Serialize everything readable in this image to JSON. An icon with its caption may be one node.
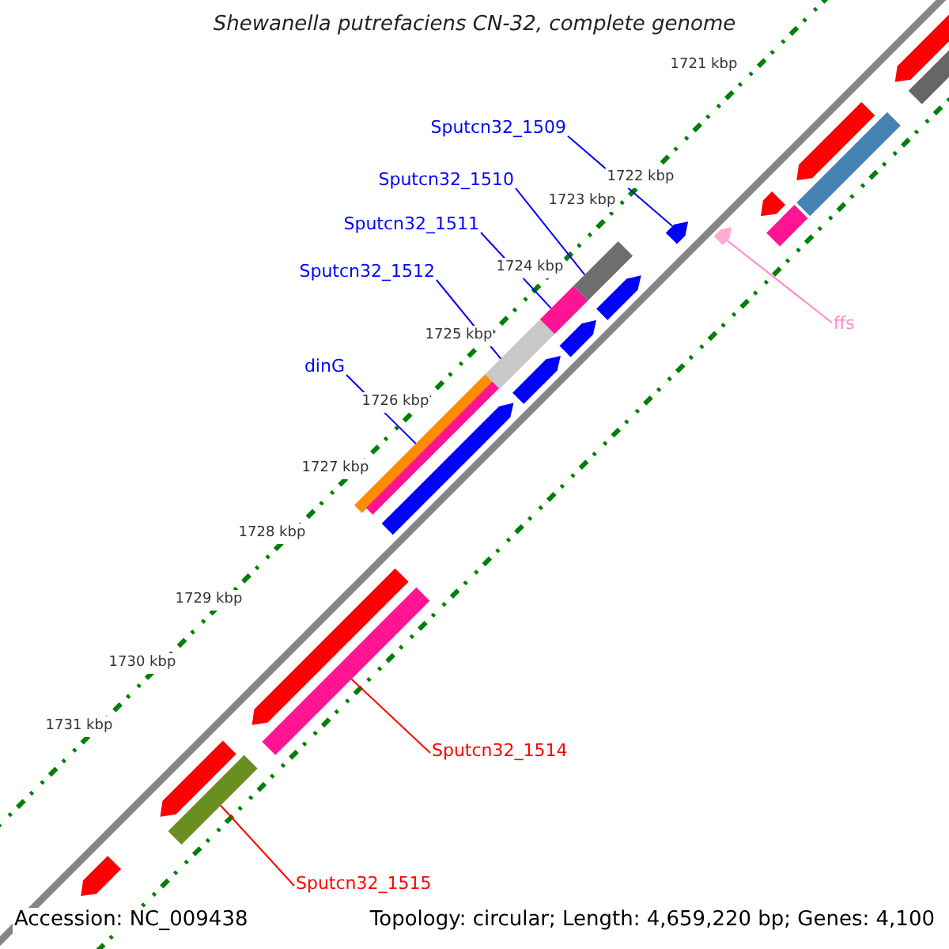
{
  "diagram": {
    "title": "Shewanella putrefaciens CN-32, complete genome",
    "nodes": [
      {
        "text": [
          "Sputcn32_1509"
        ]
      },
      {
        "text": [
          "Sputcn32_1510"
        ]
      },
      {
        "text": [
          "Sputcn32_1511"
        ]
      },
      {
        "text": [
          "Sputcn32_1512"
        ]
      },
      {
        "text": [
          "ffs"
        ]
      },
      {
        "text": [
          "dinG"
        ]
      },
      {
        "text": [
          "Sputcn32_1514"
        ]
      },
      {
        "text": [
          "Sputcn32_1515"
        ]
      },
      {
        "text": [],
        "shape": "bar"
      },
      {
        "text": [],
        "shape": "bar"
      },
      {
        "text": [],
        "shape": "bar"
      },
      {
        "text": [],
        "shape": "bar"
      },
      {
        "text": [],
        "shape": "bar"
      },
      {
        "text": [],
        "shape": "bar"
      },
      {
        "text": [],
        "shape": "bar"
      },
      {
        "text": [],
        "shape": "bar"
      },
      {
        "text": [],
        "shape": "bar"
      },
      {
        "text": [],
        "shape": "bar"
      },
      {
        "text": [],
        "shape": "bar"
      },
      {
        "text": [],
        "shape": "bar"
      },
      {
        "text": [],
        "shape": "bar"
      },
      {
        "text": [],
        "shape": "bar"
      },
      {
        "text": [],
        "shape": "bar"
      },
      {
        "text": [],
        "shape": "bar"
      },
      {
        "text": [],
        "shape": "bar"
      },
      {
        "text": [],
        "shape": "bar"
      },
      {
        "text": [],
        "shape": "bar"
      },
      {
        "text": [],
        "shape": "bar"
      },
      {
        "text": [],
        "shape": "bar"
      },
      {
        "text": [],
        "shape": "bar"
      }
    ],
    "edges": [
      {
        "from": 0,
        "to": 8,
        "arrow": "none"
      },
      {
        "from": 1,
        "to": 9,
        "arrow": "none"
      },
      {
        "from": 2,
        "to": 10,
        "arrow": "none"
      },
      {
        "from": 3,
        "to": 11,
        "arrow": "none"
      },
      {
        "from": 4,
        "to": 12,
        "arrow": "none",
        "color": "#ff88cc"
      },
      {
        "from": 5,
        "to": 13,
        "arrow": "none"
      },
      {
        "from": 6,
        "to": 14,
        "arrow": "none",
        "color": "#ff0000"
      },
      {
        "from": 7,
        "to": 15,
        "arrow": "none",
        "color": "#ff0000"
      }
    ],
    "labels": [
      "1721 kbp",
      "1722 kbp",
      "1723 kbp",
      "1724 kbp",
      "1725 kbp",
      "1726 kbp",
      "1727 kbp",
      "1728 kbp",
      "1729 kbp",
      "1730 kbp",
      "1731 kbp",
      "Accession: NC_009438",
      "Topology: circular; Length: 4,659,220 bp; Genes: 4,100"
    ]
  }
}
